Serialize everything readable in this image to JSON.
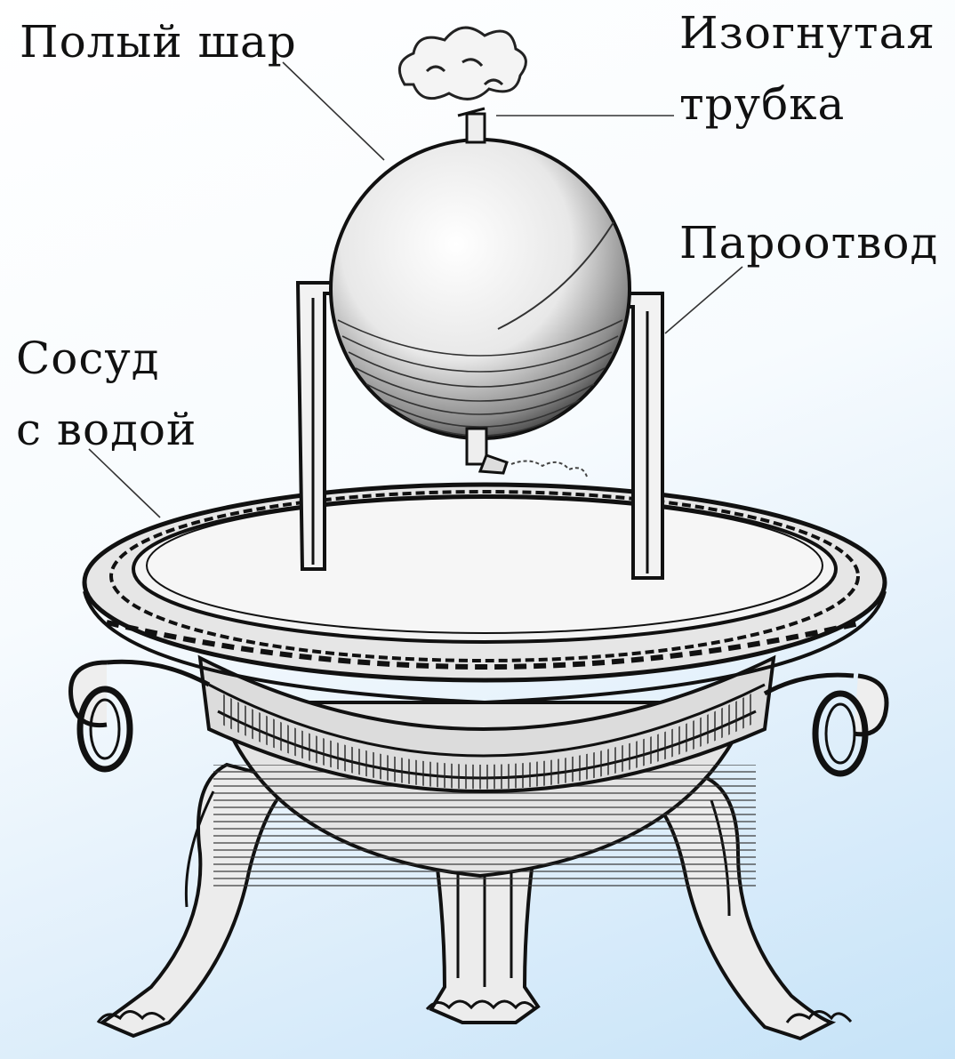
{
  "labels": {
    "hollow_sphere": "Полый шар",
    "bent_tube_line1": "Изогнутая",
    "bent_tube_line2": "трубка",
    "steam_pipe": "Пароотвод",
    "vessel_line1": "Сосуд",
    "vessel_line2": "с водой"
  },
  "colors": {
    "ink": "#111111",
    "background_light": "#ffffff",
    "background_blue": "#c6e3f8"
  }
}
